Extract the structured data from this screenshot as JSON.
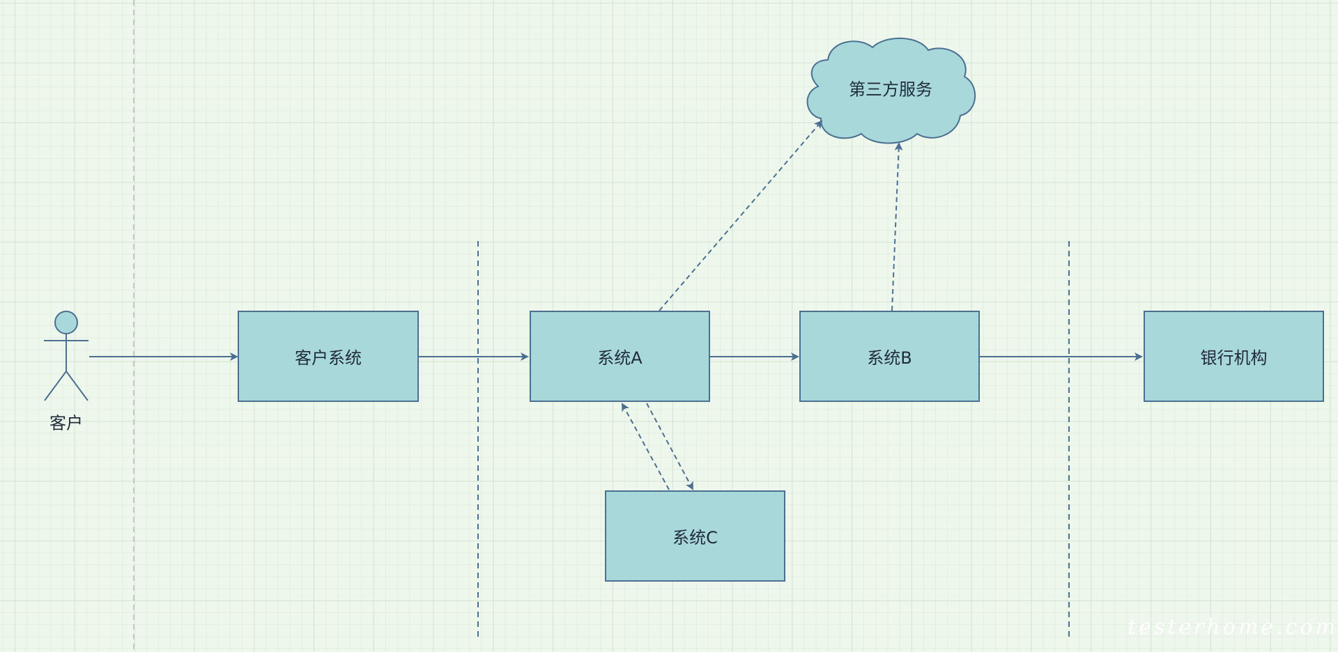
{
  "diagram": {
    "actor": {
      "label": "客户"
    },
    "nodes": {
      "customer_system": "客户系统",
      "system_a": "系统A",
      "system_b": "系统B",
      "system_c": "系统C",
      "bank": "银行机构",
      "third_party": "第三方服务"
    },
    "colors": {
      "box_fill": "#a8d8da",
      "stroke": "#4b6f91",
      "background": "#eef7ec"
    }
  },
  "watermark": "testerhome.com"
}
